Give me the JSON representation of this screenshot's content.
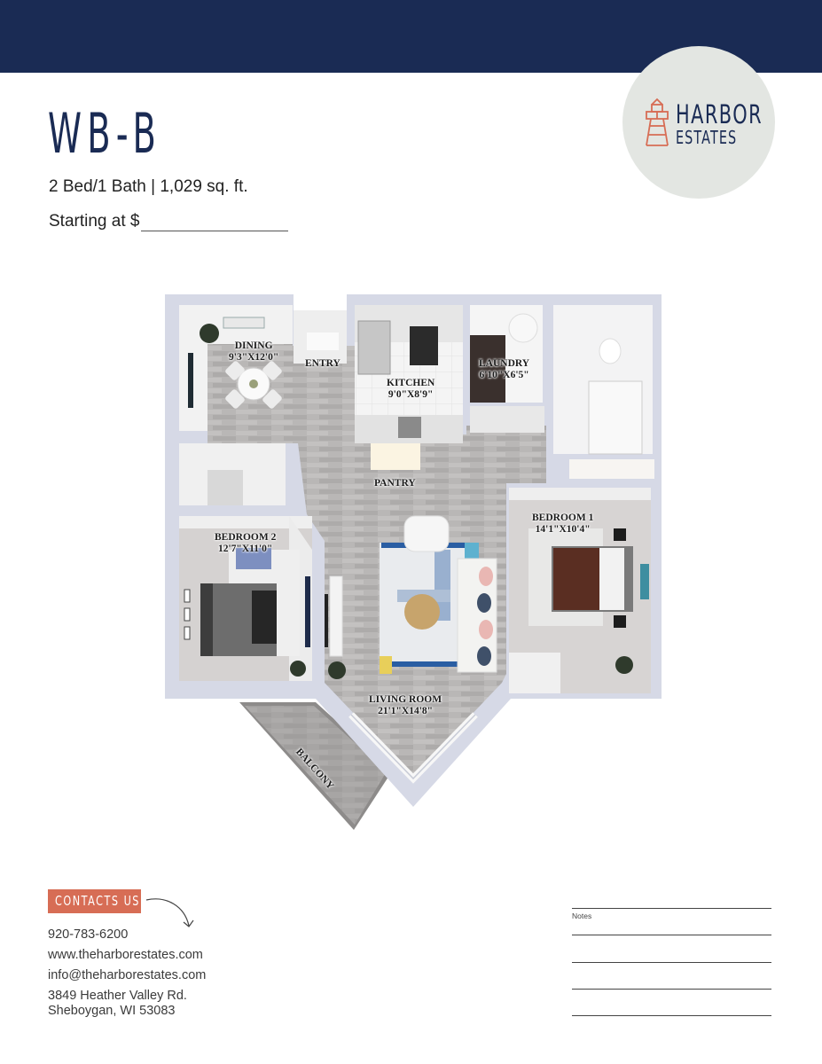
{
  "header": {
    "bar_color": "#1a2b54"
  },
  "logo": {
    "word1": "HARBOR",
    "word2": "ESTATES",
    "icon": "lighthouse-icon",
    "accent_color": "#d76d55",
    "circle_color": "#e3e6e2"
  },
  "unit": {
    "title": "WB-B",
    "specs": "2 Bed/1 Bath | 1,029 sq. ft.",
    "price_label": "Starting at $"
  },
  "floorplan": {
    "rooms": [
      {
        "name": "DINING",
        "size": "9'3\"X12'0\""
      },
      {
        "name": "ENTRY",
        "size": ""
      },
      {
        "name": "KITCHEN",
        "size": "9'0\"X8'9\""
      },
      {
        "name": "LAUNDRY",
        "size": "6'10\"X6'5\""
      },
      {
        "name": "PANTRY",
        "size": ""
      },
      {
        "name": "BEDROOM 1",
        "size": "14'1\"X10'4\""
      },
      {
        "name": "BEDROOM 2",
        "size": "12'7\"X11'0\""
      },
      {
        "name": "LIVING ROOM",
        "size": "21'1\"X14'8\""
      },
      {
        "name": "BALCONY",
        "size": ""
      }
    ]
  },
  "contact": {
    "badge": "CONTACTS US",
    "phone": "920-783-6200",
    "website": "www.theharborestates.com",
    "email": "info@theharborestates.com",
    "address_line1": "3849 Heather Valley Rd.",
    "address_line2": "Sheboygan, WI 53083"
  },
  "notes": {
    "label": "Notes"
  }
}
